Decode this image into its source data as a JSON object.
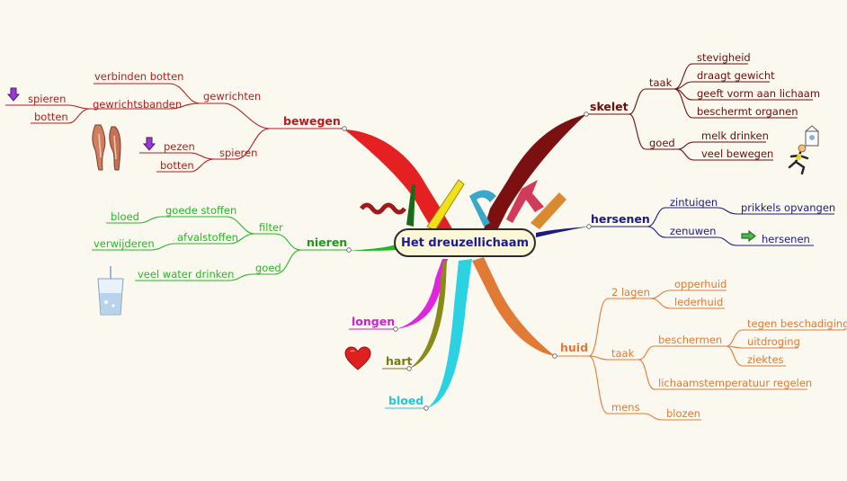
{
  "center": {
    "title": "Het dreuzellichaam"
  },
  "colors": {
    "background": "#fbf9ef",
    "bewegen": "#b01e1e",
    "nieren": "#23b823",
    "skelet": "#7a1010",
    "hersenen": "#1a1a80",
    "huid": "#e07a35",
    "longen": "#cc22cc",
    "hart": "#7a7a10",
    "bloed": "#22c8d8"
  },
  "branches": {
    "bewegen": {
      "label": "bewegen",
      "gewrichten": {
        "label": "gewrichten",
        "verbinden_botten": "verbinden botten",
        "gewrichtsbanden": {
          "label": "gewrichtsbanden",
          "spieren": "spieren",
          "botten": "botten"
        }
      },
      "spieren": {
        "label": "spieren",
        "pezen": "pezen",
        "botten": "botten"
      }
    },
    "nieren": {
      "label": "nieren",
      "filter": {
        "label": "filter",
        "goede_stoffen": {
          "label": "goede stoffen",
          "bloed": "bloed"
        },
        "afvalstoffen": {
          "label": "afvalstoffen",
          "verwijderen": "verwijderen"
        }
      },
      "goed": {
        "label": "goed",
        "veel_water_drinken": "veel water drinken"
      }
    },
    "skelet": {
      "label": "skelet",
      "taak": {
        "label": "taak",
        "items": [
          "stevigheid",
          "draagt gewicht",
          "geeft vorm aan lichaam",
          "beschermt organen"
        ]
      },
      "goed": {
        "label": "goed",
        "items": [
          "melk drinken",
          "veel bewegen"
        ]
      }
    },
    "hersenen": {
      "label": "hersenen",
      "zintuigen": {
        "label": "zintuigen",
        "prikkels_opvangen": "prikkels opvangen"
      },
      "zenuwen": {
        "label": "zenuwen",
        "hersenen": "hersenen"
      }
    },
    "huid": {
      "label": "huid",
      "lagen": {
        "label": "2 lagen",
        "items": [
          "opperhuid",
          "lederhuid"
        ]
      },
      "taak": {
        "label": "taak",
        "beschermen": {
          "label": "beschermen",
          "items": [
            "tegen beschadiging",
            "uitdroging",
            "ziektes"
          ]
        },
        "temperatuur": "lichaamstemperatuur regelen"
      },
      "mens": {
        "label": "mens",
        "blozen": "blozen"
      }
    },
    "longen": {
      "label": "longen"
    },
    "hart": {
      "label": "hart"
    },
    "bloed": {
      "label": "bloed"
    }
  },
  "icons": [
    "muscle-arm-icon",
    "water-glass-icon",
    "heart-icon",
    "milk-carton-icon",
    "running-figure-icon",
    "arrow-down-icon",
    "arrow-right-icon",
    "swiss-army-knife-icon"
  ]
}
